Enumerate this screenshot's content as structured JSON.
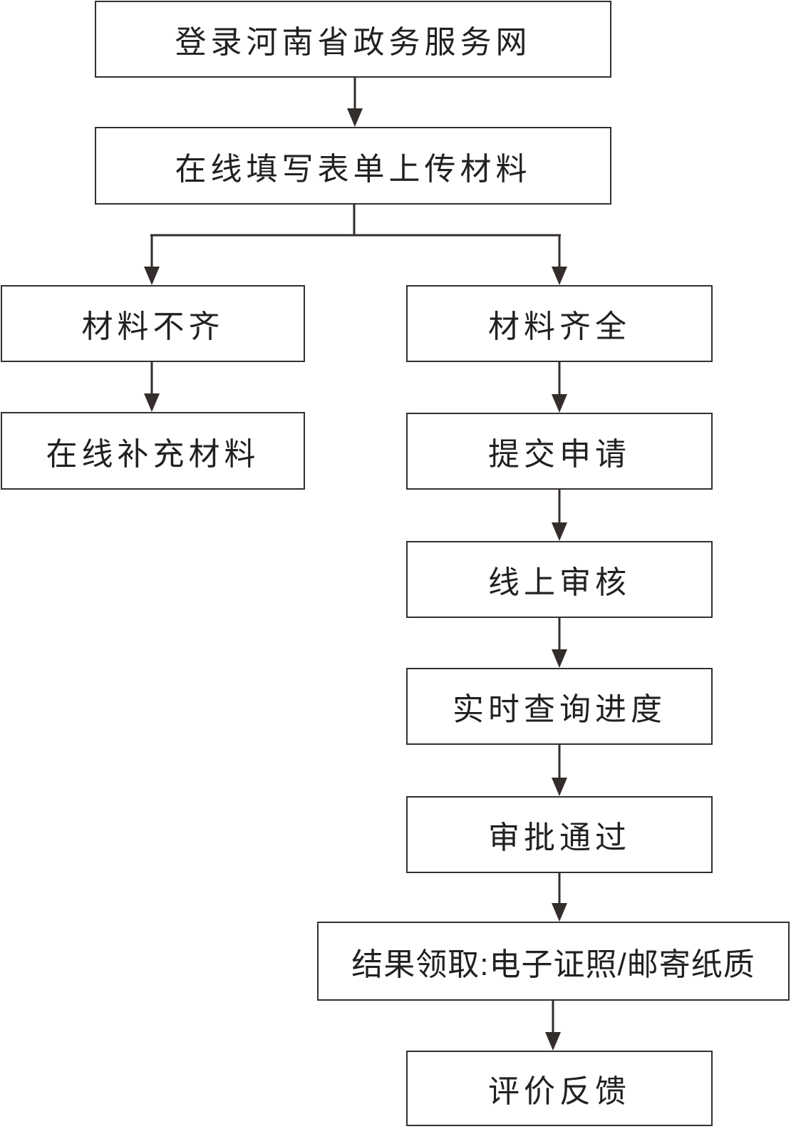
{
  "diagram": {
    "type": "flowchart",
    "background_color": "#ffffff",
    "line_color": "#332d2b",
    "text_color": "#232021",
    "nodes": {
      "login": {
        "label": "登录河南省政务服务网"
      },
      "fill_form": {
        "label": "在线填写表单上传材料"
      },
      "incomplete": {
        "label": "材料不齐"
      },
      "supplement": {
        "label": "在线补充材料"
      },
      "complete": {
        "label": "材料齐全"
      },
      "submit": {
        "label": "提交申请"
      },
      "online_review": {
        "label": "线上审核"
      },
      "progress_query": {
        "label": "实时查询进度"
      },
      "approved": {
        "label": "审批通过"
      },
      "result": {
        "label": "结果领取:电子证照/邮寄纸质"
      },
      "feedback": {
        "label": "评价反馈"
      }
    },
    "edges": [
      {
        "from": "login",
        "to": "fill_form"
      },
      {
        "from": "fill_form",
        "to": "incomplete"
      },
      {
        "from": "fill_form",
        "to": "complete"
      },
      {
        "from": "incomplete",
        "to": "supplement"
      },
      {
        "from": "complete",
        "to": "submit"
      },
      {
        "from": "submit",
        "to": "online_review"
      },
      {
        "from": "online_review",
        "to": "progress_query"
      },
      {
        "from": "progress_query",
        "to": "approved"
      },
      {
        "from": "approved",
        "to": "result"
      },
      {
        "from": "result",
        "to": "feedback"
      }
    ]
  }
}
